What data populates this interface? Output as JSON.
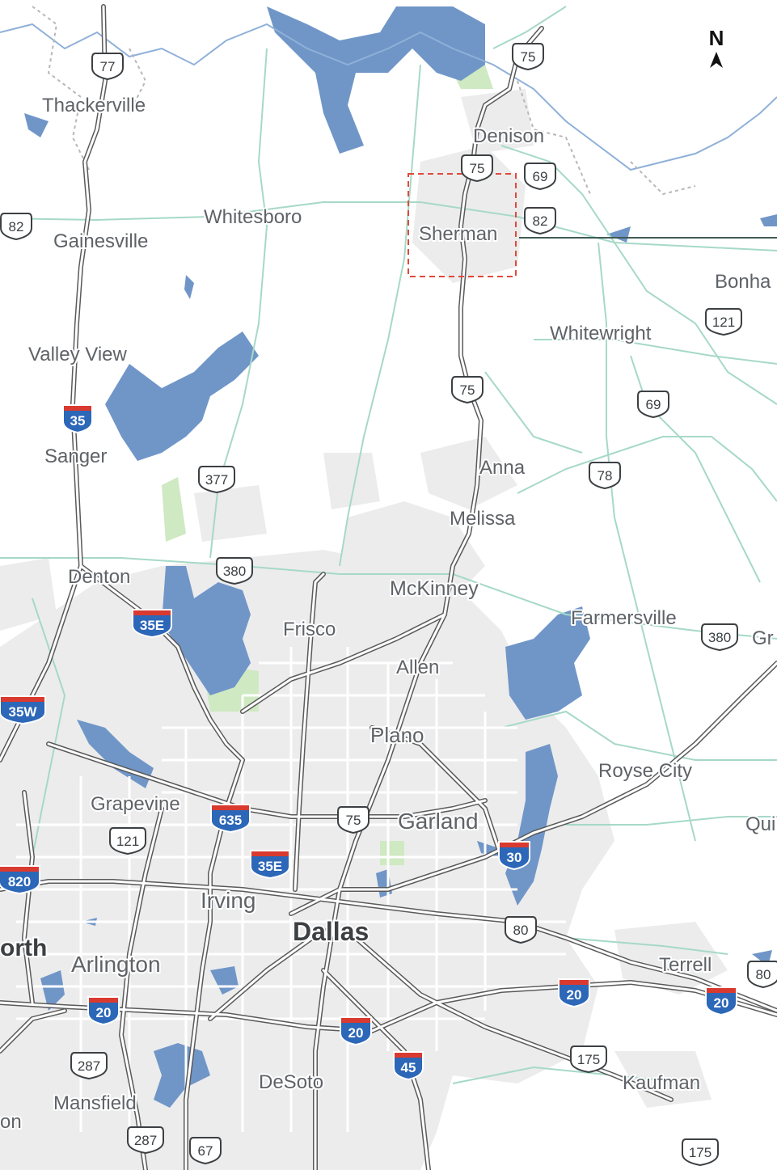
{
  "compass": {
    "label": "N"
  },
  "colors": {
    "water": "#7096c8",
    "road_major": "#5a5a5a",
    "road_minor": "#a6d9c7",
    "urban": "#ececec",
    "park": "#cfe9c2",
    "highlight": "#e04a3a"
  },
  "cities": [
    {
      "id": "thackerville",
      "label": "Thackerville"
    },
    {
      "id": "gainesville",
      "label": "Gainesville"
    },
    {
      "id": "whitesboro",
      "label": "Whitesboro"
    },
    {
      "id": "denison",
      "label": "Denison"
    },
    {
      "id": "sherman",
      "label": "Sherman"
    },
    {
      "id": "bonham",
      "label": "Bonha"
    },
    {
      "id": "whitewright",
      "label": "Whitewright"
    },
    {
      "id": "valley-view",
      "label": "Valley View"
    },
    {
      "id": "sanger",
      "label": "Sanger"
    },
    {
      "id": "anna",
      "label": "Anna"
    },
    {
      "id": "melissa",
      "label": "Melissa"
    },
    {
      "id": "denton",
      "label": "Denton"
    },
    {
      "id": "mckinney",
      "label": "McKinney"
    },
    {
      "id": "frisco",
      "label": "Frisco"
    },
    {
      "id": "farmersville",
      "label": "Farmersville"
    },
    {
      "id": "greenville",
      "label": "Gr"
    },
    {
      "id": "allen",
      "label": "Allen"
    },
    {
      "id": "plano",
      "label": "Plano"
    },
    {
      "id": "royse-city",
      "label": "Royse City"
    },
    {
      "id": "grapevine",
      "label": "Grapevine"
    },
    {
      "id": "garland",
      "label": "Garland"
    },
    {
      "id": "quinlan",
      "label": "Qui"
    },
    {
      "id": "irving",
      "label": "Irving"
    },
    {
      "id": "dallas",
      "label": "Dallas"
    },
    {
      "id": "fort-worth",
      "label": "orth"
    },
    {
      "id": "arlington",
      "label": "Arlington"
    },
    {
      "id": "terrell",
      "label": "Terrell"
    },
    {
      "id": "desoto",
      "label": "DeSoto"
    },
    {
      "id": "kaufman",
      "label": "Kaufman"
    },
    {
      "id": "mansfield",
      "label": "Mansfield"
    },
    {
      "id": "burleson",
      "label": "on"
    }
  ],
  "us_shields": [
    {
      "id": "us77",
      "label": "77"
    },
    {
      "id": "us75-north",
      "label": "75"
    },
    {
      "id": "us75-denison",
      "label": "75"
    },
    {
      "id": "us69-denison",
      "label": "69"
    },
    {
      "id": "us82-west",
      "label": "82"
    },
    {
      "id": "us82-sherman",
      "label": "82"
    },
    {
      "id": "us121-whitewright",
      "label": "121"
    },
    {
      "id": "us75-mid",
      "label": "75"
    },
    {
      "id": "us69-mid",
      "label": "69"
    },
    {
      "id": "us377",
      "label": "377"
    },
    {
      "id": "us78",
      "label": "78"
    },
    {
      "id": "us380-denton",
      "label": "380"
    },
    {
      "id": "us380-greenville",
      "label": "380"
    },
    {
      "id": "us75-dallas",
      "label": "75"
    },
    {
      "id": "us121-grapevine",
      "label": "121"
    },
    {
      "id": "us80-dallas",
      "label": "80"
    },
    {
      "id": "us80-terrell",
      "label": "80"
    },
    {
      "id": "us287-arlington",
      "label": "287"
    },
    {
      "id": "us175-dallas",
      "label": "175"
    },
    {
      "id": "us287-mansfield",
      "label": "287"
    },
    {
      "id": "us67",
      "label": "67"
    },
    {
      "id": "us175-kaufman",
      "label": "175"
    }
  ],
  "interstate_shields": [
    {
      "id": "i35",
      "label": "35"
    },
    {
      "id": "i35e-denton",
      "label": "35E"
    },
    {
      "id": "i35w",
      "label": "35W"
    },
    {
      "id": "i635",
      "label": "635"
    },
    {
      "id": "i35e-irving",
      "label": "35E"
    },
    {
      "id": "i30",
      "label": "30"
    },
    {
      "id": "i820",
      "label": "820"
    },
    {
      "id": "i20-arlington",
      "label": "20"
    },
    {
      "id": "i20-dallas",
      "label": "20"
    },
    {
      "id": "i20-east",
      "label": "20"
    },
    {
      "id": "i20-terrell",
      "label": "20"
    },
    {
      "id": "i45",
      "label": "45"
    }
  ]
}
